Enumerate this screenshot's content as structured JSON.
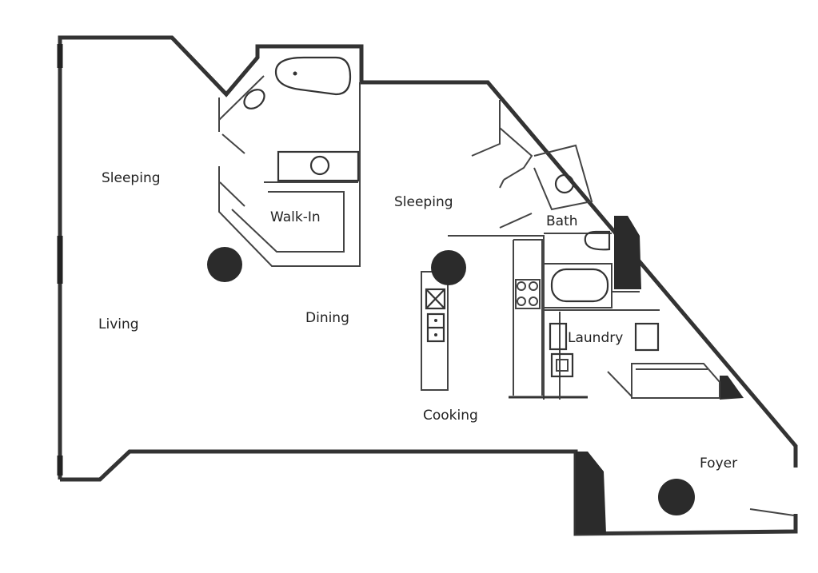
{
  "title": "Floor Plan",
  "rooms": {
    "sleeping_1": "Sleeping",
    "walk_in": "Walk-In",
    "sleeping_2": "Sleeping",
    "bath": "Bath",
    "living": "Living",
    "dining": "Dining",
    "laundry": "Laundry",
    "cooking": "Cooking",
    "foyer": "Foyer"
  },
  "colors": {
    "wall": "#333333",
    "column": "#2b2b2b",
    "background": "#ffffff"
  }
}
